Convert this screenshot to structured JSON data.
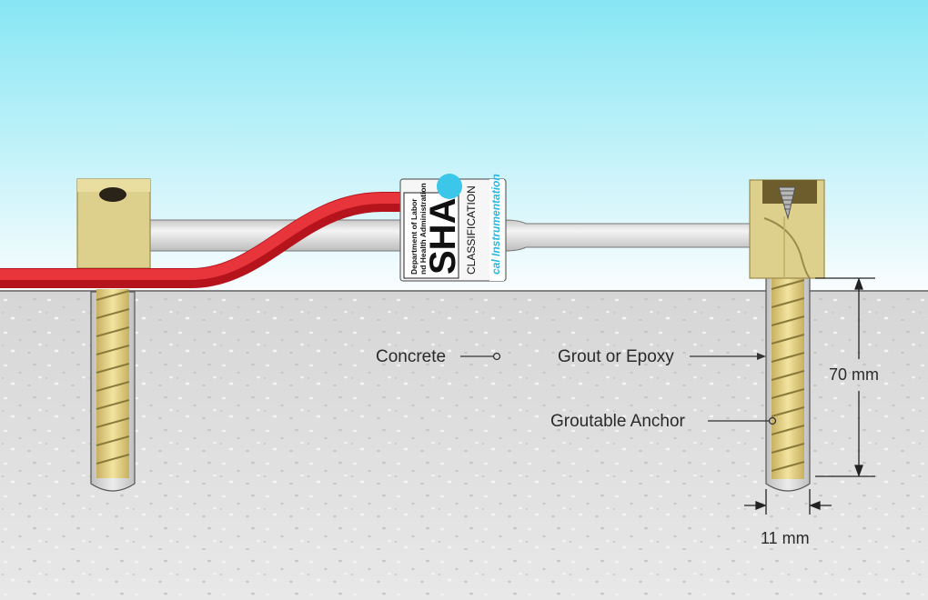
{
  "labels": {
    "concrete": "Concrete",
    "grout_or_epoxy": "Grout or Epoxy",
    "groutable_anchor": "Groutable Anchor"
  },
  "dimensions": {
    "depth": "70 mm",
    "diameter": "11 mm"
  },
  "gauge_sticker": {
    "logo_letters": "SHA",
    "line_1": "Department of Labor",
    "line_2": "nd Health Administration",
    "classification": "CLASSIFICATION",
    "brand": "cal Instrumentation"
  },
  "colors": {
    "sky_top": "#86e6f4",
    "sky_bottom": "#ffffff",
    "concrete": "#dcdcdc",
    "cable": "#d8202a",
    "brass": "#ddcf8c",
    "rod": "#e8e8e8"
  }
}
